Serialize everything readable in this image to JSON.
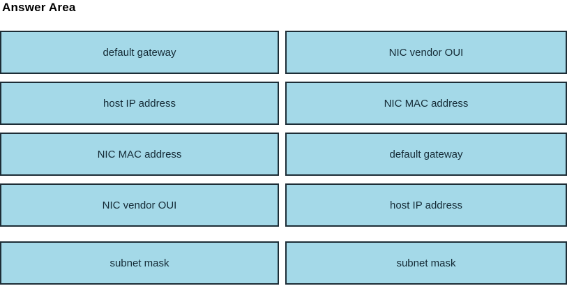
{
  "title": "Answer Area",
  "colors": {
    "box_fill": "#a4d9e8",
    "box_border": "#1d2d36",
    "box_text": "#142a35",
    "title_text": "#000000",
    "page_bg": "#ffffff"
  },
  "left_column": {
    "items": [
      {
        "label": "default gateway"
      },
      {
        "label": "host IP address"
      },
      {
        "label": "NIC MAC address"
      },
      {
        "label": "NIC vendor OUI"
      },
      {
        "label": "subnet mask"
      }
    ]
  },
  "right_column": {
    "items": [
      {
        "label": "NIC vendor OUI"
      },
      {
        "label": "NIC MAC address"
      },
      {
        "label": "default gateway"
      },
      {
        "label": "host IP address"
      },
      {
        "label": "subnet mask"
      }
    ]
  }
}
